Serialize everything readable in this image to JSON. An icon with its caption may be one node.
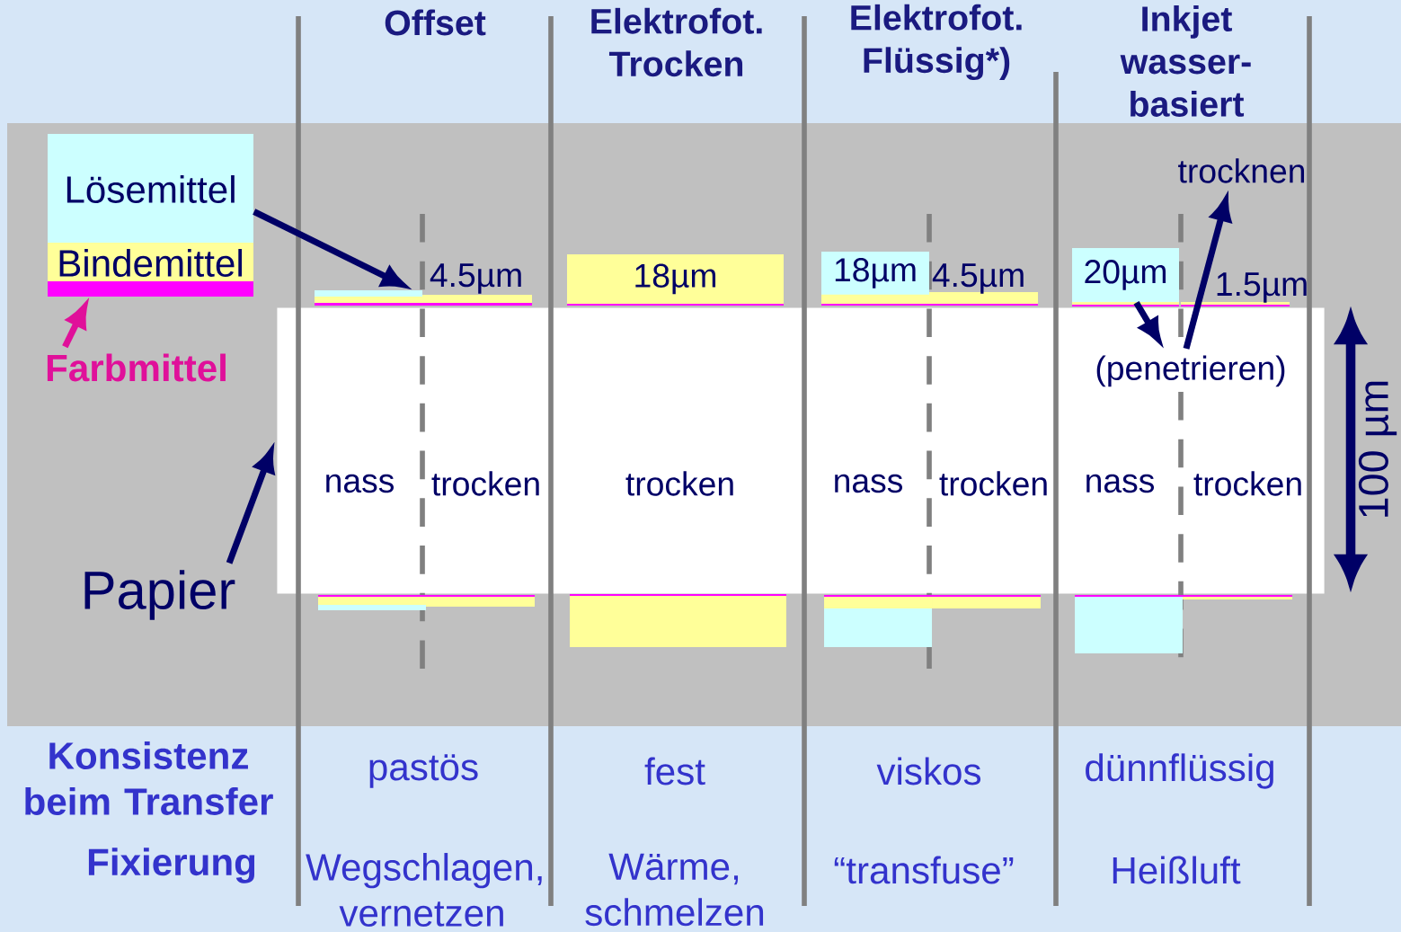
{
  "diagram": {
    "nodes": [
      {
        "text": [
          "Lösemittel"
        ]
      },
      {
        "text": [
          "Bindemittel"
        ]
      },
      {
        "text": [],
        "shape": "bar"
      },
      {
        "text": [
          "Farbmittel"
        ]
      },
      {
        "text": [
          "Papier"
        ]
      },
      {
        "text": [],
        "shape": "box"
      },
      {
        "text": [],
        "shape": "bar"
      },
      {
        "text": [
          "20µm"
        ]
      },
      {
        "text": [
          "(penetrieren)"
        ],
        "in": 5
      },
      {
        "text": [
          "trocknen"
        ]
      },
      {
        "text": [
          "18µm"
        ]
      },
      {
        "text": [
          "18µm"
        ]
      },
      {
        "text": [],
        "shape": "bar"
      },
      {
        "text": [],
        "shape": "bar"
      },
      {
        "text": [],
        "shape": "bar"
      }
    ],
    "edges": [
      {
        "from": 0,
        "to": 6,
        "arrow": "to"
      },
      {
        "from": 3,
        "to": 2,
        "arrow": "to",
        "color": "#e0109a"
      },
      {
        "from": 4,
        "to": 5,
        "arrow": "to"
      },
      {
        "from": 7,
        "to": 8,
        "arrow": "to"
      },
      {
        "from": 8,
        "to": 9,
        "arrow": "to"
      }
    ],
    "labels": [
      "Offset",
      "Elektrofot. Trocken",
      "Elektrofot. Flüssig*)",
      "Inkjet wasser- basiert",
      "4.5µm",
      "4.5µm",
      "1.5µm",
      "nass",
      "trocken",
      "trocken",
      "nass",
      "trocken",
      "nass",
      "trocken",
      "100 µm",
      "Konsistenz beim Transfer",
      "pastös",
      "fest",
      "viskos",
      "dünnflüssig",
      "Fixierung",
      "Wegschlagen, vernetzen",
      "Wärme, schmelzen",
      "“transfuse”",
      "Heißluft"
    ]
  }
}
